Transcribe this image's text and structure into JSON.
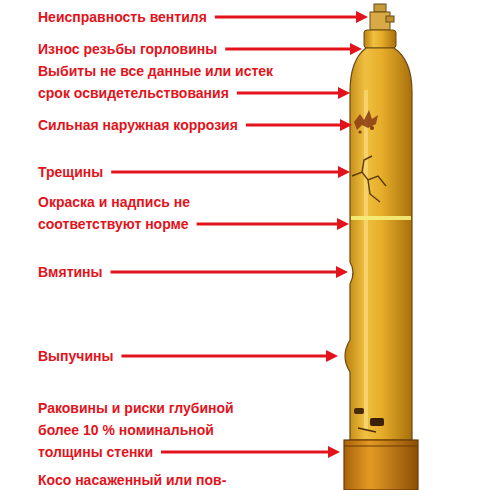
{
  "diagram": {
    "labels": [
      "Неисправность вентиля",
      "Износ резьбы горловины",
      "Выбиты не все данные или истек срок освидетельствования",
      "Сильная наружная коррозия",
      "Трещины",
      "Окраска и надпись не соответствуют норме",
      "Вмятины",
      "Выпучины",
      "Раковины и риски глубиной более 10 % номинальной толщины стенки",
      "Косо насаженный или пов-"
    ]
  }
}
